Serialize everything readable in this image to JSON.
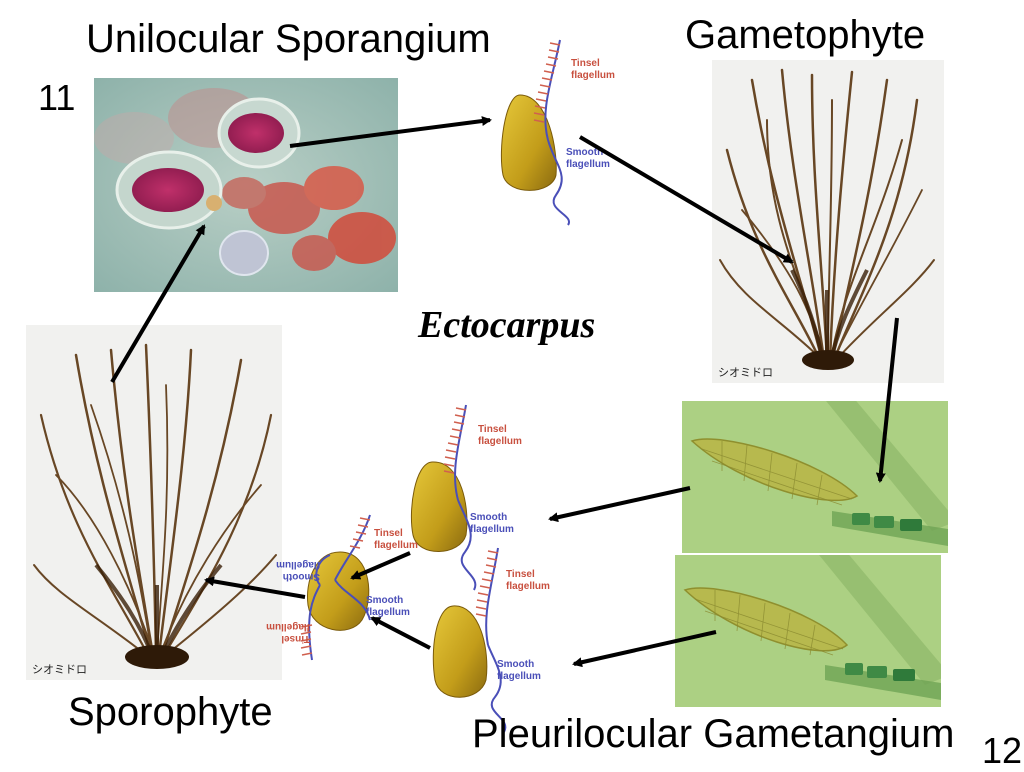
{
  "labels": {
    "unilocular": "Unilocular Sporangium",
    "gametophyte": "Gametophyte",
    "sporophyte": "Sporophyte",
    "pleurilocular": "Pleurilocular Gametangium",
    "ectocarpus": "Ectocarpus",
    "num_left": "11",
    "num_right": "12"
  },
  "photo_captions": {
    "gametophyte": "シオミドロ",
    "sporophyte": "シオミドロ"
  },
  "flagella": {
    "tinsel": [
      "Tinsel",
      "flagellum"
    ],
    "smooth": [
      "Smooth",
      "flagellum"
    ]
  },
  "colors": {
    "cell_fill": "#c8a21c",
    "tinsel": "#d0604f",
    "smooth": "#4a4fb8",
    "alga": "#5a3510",
    "micro_bg": "#9ab9b0",
    "gametangium_bg": "#a9cf7e"
  }
}
